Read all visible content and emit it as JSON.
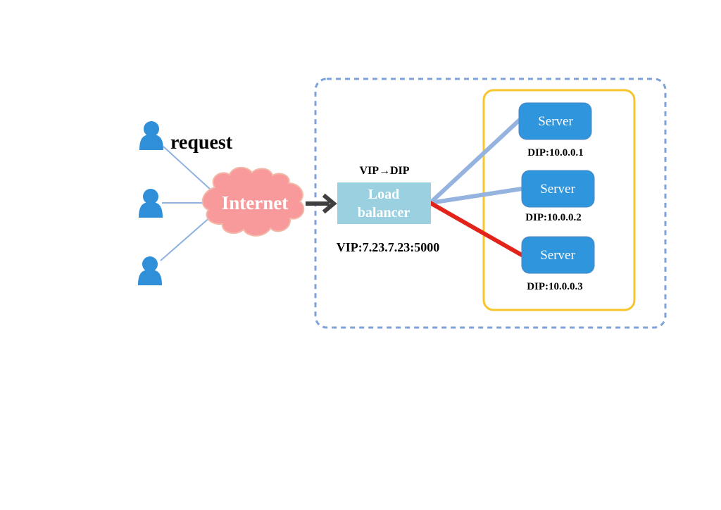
{
  "labels": {
    "request": "request",
    "internet": "Internet",
    "mapping": "VIP→DIP",
    "lb_line1": "Load",
    "lb_line2": "balancer",
    "vip": "VIP:7.23.7.23:5000"
  },
  "servers": [
    {
      "label": "Server",
      "dip": "DIP:10.0.0.1"
    },
    {
      "label": "Server",
      "dip": "DIP:10.0.0.2"
    },
    {
      "label": "Server",
      "dip": "DIP:10.0.0.3"
    }
  ],
  "icons": {
    "user": "user-icon",
    "cloud": "cloud-icon",
    "arrow": "arrow-right-icon"
  },
  "colors": {
    "user_blue": "#2f8fd8",
    "server_fill": "#2f95dc",
    "server_stroke": "#4d86c4",
    "lb_fill": "#9bd0e1",
    "cloud_fill": "#f8999b",
    "cloud_stroke": "#f2b9a8",
    "dashed_border": "#7ea2d8",
    "yellow_border": "#f7c62f",
    "link_blue": "#94b3df",
    "link_red": "#e2231a",
    "thin_link": "#8fb2e0",
    "arrow_dark": "#3f3f3f"
  }
}
